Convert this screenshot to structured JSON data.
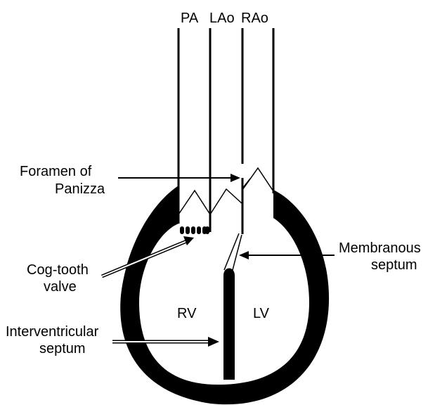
{
  "labels": {
    "pa": "PA",
    "lao": "LAo",
    "rao": "RAo",
    "foramen_line1": "Foramen of",
    "foramen_line2": "Panizza",
    "cogtooth_line1": "Cog-tooth",
    "cogtooth_line2": "valve",
    "membranous_line1": "Membranous",
    "membranous_line2": "septum",
    "rv": "RV",
    "lv": "LV",
    "interventricular_line1": "Interventricular",
    "interventricular_line2": "septum"
  },
  "colors": {
    "ink": "#000000",
    "background": "#ffffff"
  }
}
